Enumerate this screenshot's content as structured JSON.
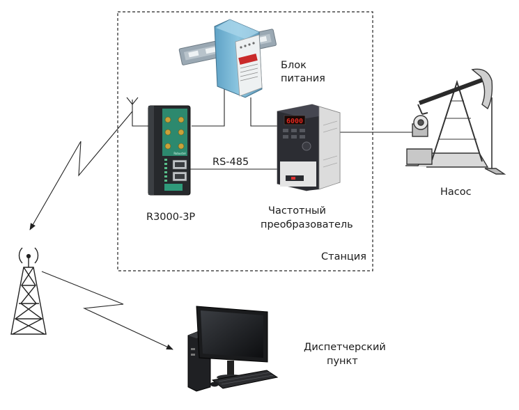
{
  "labels": {
    "power_supply_line1": "Блок",
    "power_supply_line2": "питания",
    "router": "R3000-3P",
    "rs485": "RS-485",
    "vfd_line1": "Частотный",
    "vfd_line2": "преобразователь",
    "station": "Станция",
    "pump": "Насос",
    "dispatch_line1": "Диспетчерский",
    "dispatch_line2": "пункт"
  },
  "devices": {
    "vfd_display": "6000",
    "router_brand": "Robustel"
  },
  "colors": {
    "line": "#222222",
    "din_rail": "#8a99a6",
    "psu_body": "#7fb8d6",
    "router_body": "#262a2d",
    "router_accent": "#2f9a7a",
    "vfd_top": "#2c2d33",
    "vfd_bottom": "#e8e8e8",
    "vfd_display": "#e0281f"
  }
}
